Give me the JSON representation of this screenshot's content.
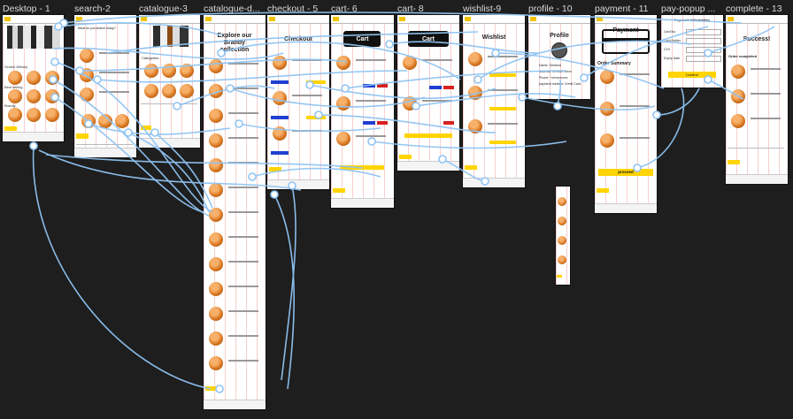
{
  "canvas": {
    "background": "#1e1e1e",
    "connector_color": "#8fc4f3",
    "accent_yellow": "#ffd400"
  },
  "frames": [
    {
      "id": "desktop",
      "label": "Desktop - 1",
      "sections": [
        "Scotch Whisky",
        "Best selling",
        "Brandy"
      ]
    },
    {
      "id": "search",
      "label": "search-2",
      "heading": "What do you search today?"
    },
    {
      "id": "catalogue",
      "label": "catalogue-3",
      "heading": "Categories"
    },
    {
      "id": "catalogue-detail",
      "label": "catalogue-d...",
      "title": "Explore our Brandy collection"
    },
    {
      "id": "checkout",
      "label": "checkout - 5",
      "title": "Checkout"
    },
    {
      "id": "cart6",
      "label": "cart- 6",
      "title": "Cart"
    },
    {
      "id": "cart8",
      "label": "cart- 8",
      "title": "Cart"
    },
    {
      "id": "wishlist",
      "label": "wishlist-9",
      "title": "Wishlist"
    },
    {
      "id": "profile",
      "label": "profile - 10",
      "title": "Profile",
      "fields": [
        "Name: Shirland",
        "Address: xx xxxx xxxxx",
        "Phone: +xxxxxxxxxx",
        "payment method: Credit Card"
      ]
    },
    {
      "id": "payment",
      "label": "payment - 11",
      "title": "Payment",
      "subtitle": "Order Summary",
      "button": "proceed"
    },
    {
      "id": "pay-popup",
      "label": "pay-popup ...",
      "title": "Payment Information",
      "fields": [
        "Card No",
        "Card Holder",
        "CVV",
        "Expiry Date"
      ],
      "button": "Confirm"
    },
    {
      "id": "complete",
      "label": "complete - 13",
      "title": "Success!",
      "subtitle": "Order completed"
    }
  ]
}
